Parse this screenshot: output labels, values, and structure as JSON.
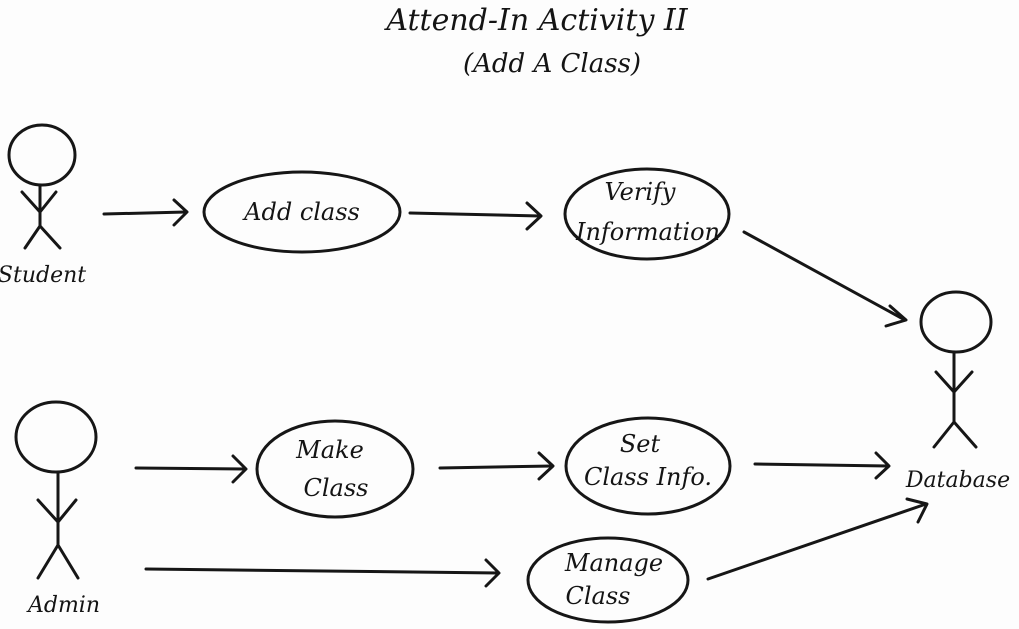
{
  "title": "Attend-In Activity II",
  "subtitle": "(Add A Class)",
  "actors": {
    "student": "Student",
    "admin": "Admin",
    "database": "Database"
  },
  "use_cases": {
    "add_class": [
      "Add class"
    ],
    "verify_information": [
      "Verify",
      "Information"
    ],
    "make_class": [
      "Make",
      "Class"
    ],
    "set_class_info": [
      "Set",
      "Class Info."
    ],
    "manage_class": [
      "Manage",
      "Class"
    ]
  },
  "colors": {
    "ink": "#161616",
    "paper": "#fdfdfd"
  }
}
